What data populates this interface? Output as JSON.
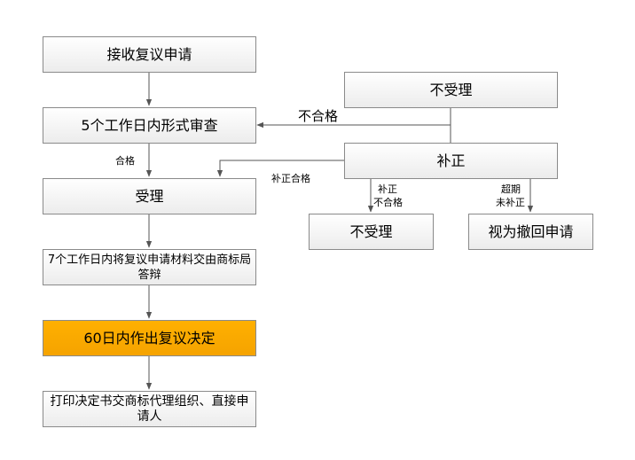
{
  "nodes": {
    "receive": "接收复议申请",
    "form_review": "5个工作日内形式审查",
    "accept": "受理",
    "forward": "7个工作日内将复议申请材料交由商标局答辩",
    "decision": "60日内作出复议决定",
    "print": "打印决定书交商标代理组织、直接申请人",
    "reject_top": "不受理",
    "supplement": "补正",
    "reject_bottom": "不受理",
    "withdraw": "视为撤回申请"
  },
  "labels": {
    "unqualified": "不合格",
    "qualified": "合格",
    "supplement_ok": "补正合格",
    "supplement_bad_1": "补正",
    "supplement_bad_2": "不合格",
    "overdue_1": "超期",
    "overdue_2": "未补正"
  },
  "colors": {
    "highlight": "#ffb000",
    "border": "#8a8a8a",
    "line": "#555555"
  }
}
